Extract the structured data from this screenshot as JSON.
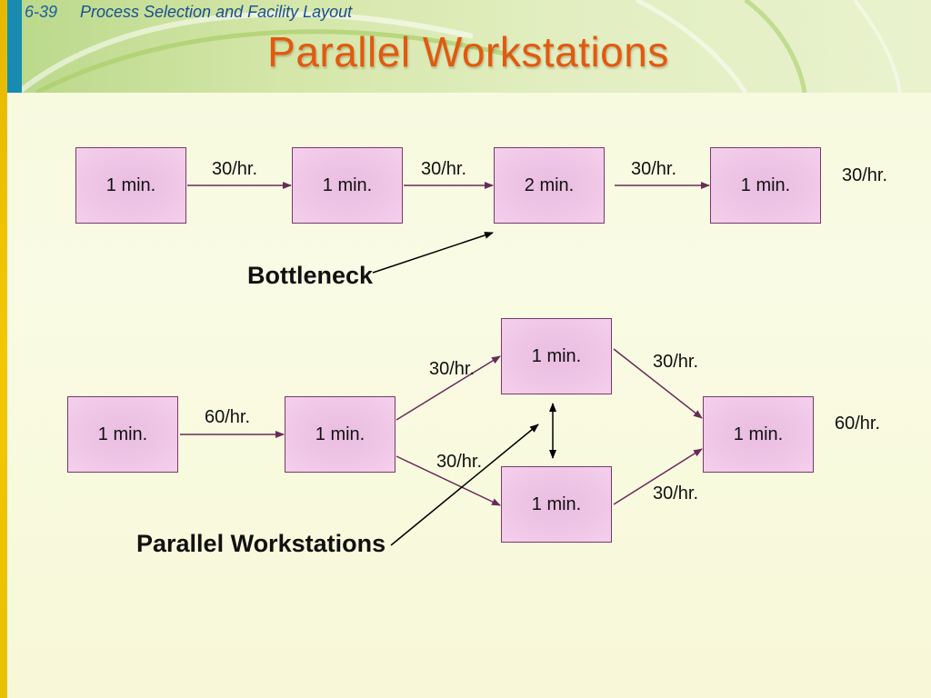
{
  "header": {
    "slide_number": "6-39",
    "subtitle": "Process Selection and Facility Layout",
    "title": "Parallel Workstations"
  },
  "top_line": {
    "stations": [
      "1 min.",
      "1 min.",
      "2 min.",
      "1 min."
    ],
    "rates": [
      "30/hr.",
      "30/hr.",
      "30/hr.",
      "30/hr."
    ],
    "label": "Bottleneck"
  },
  "bottom_line": {
    "stations": {
      "s1": "1 min.",
      "s2": "1 min.",
      "parallel_top": "1 min.",
      "parallel_bottom": "1 min.",
      "s4": "1 min."
    },
    "rates": {
      "in": "60/hr.",
      "split_top": "30/hr.",
      "split_bottom": "30/hr.",
      "merge_top": "30/hr.",
      "merge_bottom": "30/hr.",
      "out": "60/hr."
    },
    "label": "Parallel Workstations"
  },
  "colors": {
    "title": "#e05a10",
    "box_fill": "#efc6e6",
    "box_border": "#7a3a6a",
    "arrow": "#6a2a5a"
  }
}
